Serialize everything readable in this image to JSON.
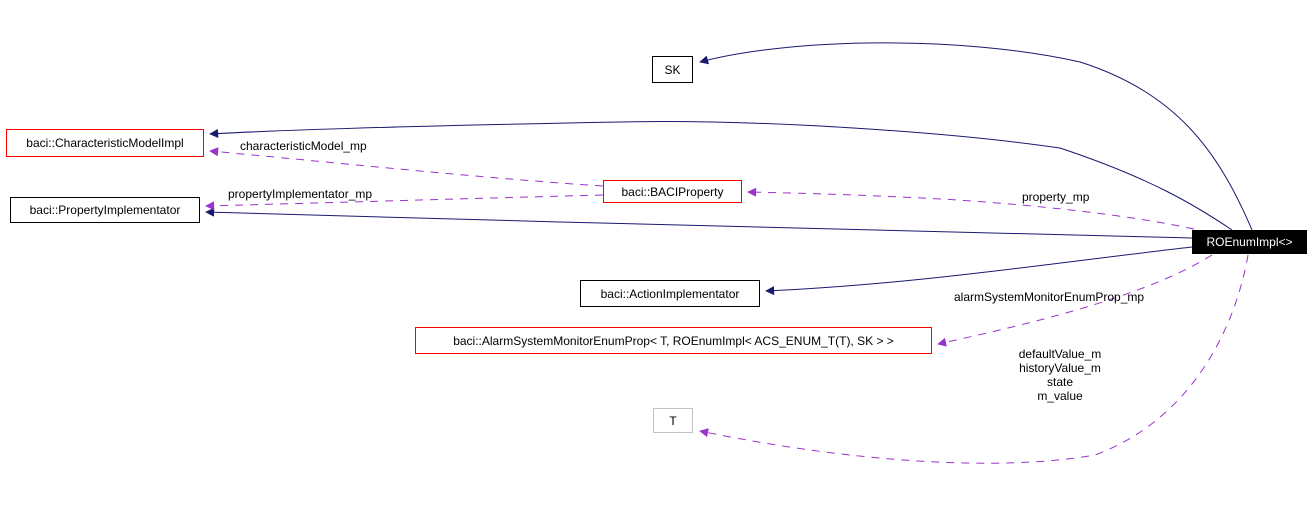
{
  "diagram": {
    "kind": "collaboration-graph",
    "colors": {
      "inheritance_edge": "#191970",
      "usage_edge": "#9a32cd",
      "box_border_documented": "#000000",
      "box_border_undocumented": "#ff0000",
      "template_param_border": "#c3c3c3",
      "main_node_fill": "#000000",
      "main_node_text": "#ffffff",
      "background": "#ffffff"
    },
    "nodes": [
      {
        "id": "sk",
        "label": "SK"
      },
      {
        "id": "characteristic-model",
        "label": "baci::CharacteristicModelImpl"
      },
      {
        "id": "property-implementator",
        "label": "baci::PropertyImplementator"
      },
      {
        "id": "baci-property",
        "label": "baci::BACIProperty"
      },
      {
        "id": "action-implementator",
        "label": "baci::ActionImplementator"
      },
      {
        "id": "alarm-system-monitor",
        "label": "baci::AlarmSystemMonitorEnumProp< T, ROEnumImpl< ACS_ENUM_T(T), SK > >"
      },
      {
        "id": "template-param-t",
        "label": "T"
      },
      {
        "id": "main",
        "label": "ROEnumImpl<>"
      }
    ],
    "edges": [
      {
        "from": "ROEnumImpl<>",
        "to": "SK",
        "type": "inheritance"
      },
      {
        "from": "ROEnumImpl<>",
        "to": "baci::CharacteristicModelImpl",
        "type": "inheritance"
      },
      {
        "from": "ROEnumImpl<>",
        "to": "baci::PropertyImplementator",
        "type": "inheritance"
      },
      {
        "from": "ROEnumImpl<>",
        "to": "baci::ActionImplementator",
        "type": "inheritance"
      },
      {
        "from": "ROEnumImpl<>",
        "to": "baci::BACIProperty",
        "type": "usage",
        "label": "property_mp"
      },
      {
        "from": "baci::BACIProperty",
        "to": "baci::CharacteristicModelImpl",
        "type": "usage",
        "label": "characteristicModel_mp"
      },
      {
        "from": "baci::BACIProperty",
        "to": "baci::PropertyImplementator",
        "type": "usage",
        "label": "propertyImplementator_mp"
      },
      {
        "from": "ROEnumImpl<>",
        "to": "baci::AlarmSystemMonitorEnumProp< T, ROEnumImpl< ACS_ENUM_T(T), SK > >",
        "type": "usage",
        "label": "alarmSystemMonitorEnumProp_mp"
      },
      {
        "from": "ROEnumImpl<>",
        "to": "T",
        "type": "usage",
        "members": [
          "defaultValue_m",
          "historyValue_m",
          "state",
          "m_value"
        ]
      }
    ]
  }
}
